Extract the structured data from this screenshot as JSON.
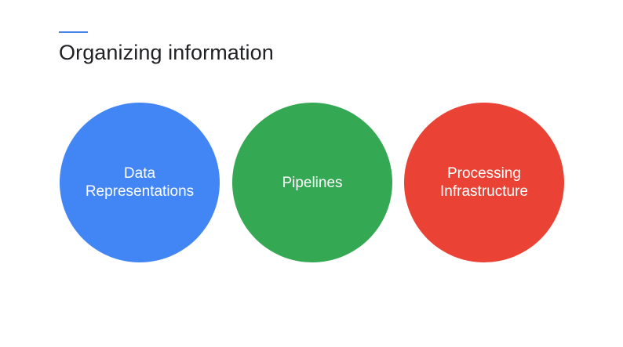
{
  "slide": {
    "title": "Organizing information",
    "accent_color": "#4a86e8"
  },
  "circles": [
    {
      "label": "Data\nRepresentations",
      "color": "#4285f4"
    },
    {
      "label": "Pipelines",
      "color": "#34a853"
    },
    {
      "label": "Processing\nInfrastructure",
      "color": "#ea4335"
    }
  ]
}
